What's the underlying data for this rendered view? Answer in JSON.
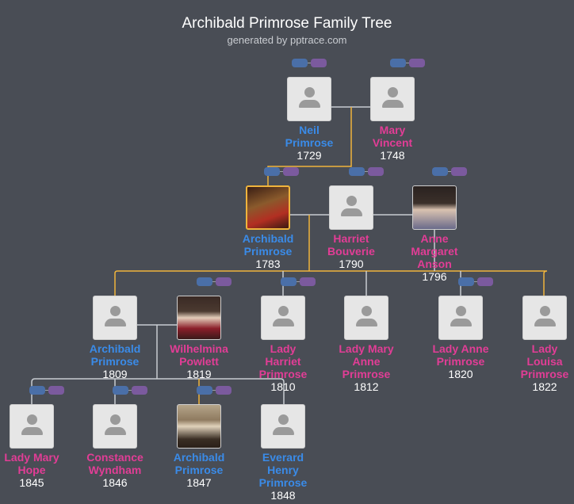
{
  "header": {
    "title": "Archibald Primrose Family Tree",
    "subtitle": "generated by pptrace.com"
  },
  "colors": {
    "background": "#494d55",
    "male": "#3a8be8",
    "female": "#e23d96",
    "line_highlight": "#f0b43c",
    "line_normal": "#c8ccd2"
  },
  "people": [
    {
      "id": "p1",
      "first": "Neil",
      "last": "Primrose",
      "year": "1729",
      "gender": "male",
      "photo": "placeholder"
    },
    {
      "id": "p2",
      "first": "Mary",
      "last": "Vincent",
      "year": "1748",
      "gender": "female",
      "photo": "placeholder"
    },
    {
      "id": "p3",
      "first": "Archibald",
      "last": "Primrose",
      "year": "1783",
      "gender": "male",
      "photo": "painting",
      "selected": true
    },
    {
      "id": "p4",
      "first": "Harriet",
      "last": "Bouverie",
      "year": "1790",
      "gender": "female",
      "photo": "placeholder"
    },
    {
      "id": "p5",
      "first": "Anne",
      "middle": "Margaret",
      "last": "Anson",
      "year": "1796",
      "gender": "female",
      "photo": "portrait"
    },
    {
      "id": "p6",
      "first": "Archibald",
      "last": "Primrose",
      "year": "1809",
      "gender": "male",
      "photo": "placeholder"
    },
    {
      "id": "p7",
      "first": "Wilhelmina",
      "last": "Powlett",
      "year": "1819",
      "gender": "female",
      "photo": "portrait"
    },
    {
      "id": "p8",
      "first": "Lady",
      "middle": "Harriet",
      "last": "Primrose",
      "year": "1810",
      "gender": "female",
      "photo": "placeholder"
    },
    {
      "id": "p9",
      "first": "Lady Mary",
      "middle": "Anne",
      "last": "Primrose",
      "year": "1812",
      "gender": "female",
      "photo": "placeholder"
    },
    {
      "id": "p10",
      "first": "Lady Anne",
      "last": "Primrose",
      "year": "1820",
      "gender": "female",
      "photo": "placeholder"
    },
    {
      "id": "p11",
      "first": "Lady",
      "middle": "Louisa",
      "last": "Primrose",
      "year": "1822",
      "gender": "female",
      "photo": "placeholder"
    },
    {
      "id": "p12",
      "first": "Lady Mary",
      "last": "Hope",
      "year": "1845",
      "gender": "female",
      "photo": "placeholder"
    },
    {
      "id": "p13",
      "first": "Constance",
      "last": "Wyndham",
      "year": "1846",
      "gender": "female",
      "photo": "placeholder"
    },
    {
      "id": "p14",
      "first": "Archibald",
      "last": "Primrose",
      "year": "1847",
      "gender": "male",
      "photo": "sepia"
    },
    {
      "id": "p15",
      "first": "Everard",
      "middle": "Henry",
      "last": "Primrose",
      "year": "1848",
      "gender": "male",
      "photo": "placeholder"
    }
  ],
  "labels": {
    "p1": {
      "l1": "Neil",
      "l2": "Primrose",
      "l3": ""
    },
    "p2": {
      "l1": "Mary",
      "l2": "Vincent",
      "l3": ""
    },
    "p3": {
      "l1": "Archibald",
      "l2": "Primrose",
      "l3": ""
    },
    "p4": {
      "l1": "Harriet",
      "l2": "Bouverie",
      "l3": ""
    },
    "p5": {
      "l1": "Anne",
      "l2": "Margaret",
      "l3": "Anson"
    },
    "p6": {
      "l1": "Archibald",
      "l2": "Primrose",
      "l3": ""
    },
    "p7": {
      "l1": "Wilhelmina",
      "l2": "Powlett",
      "l3": ""
    },
    "p8": {
      "l1": "Lady",
      "l2": "Harriet",
      "l3": "Primrose"
    },
    "p9": {
      "l1": "Lady Mary",
      "l2": "Anne",
      "l3": "Primrose"
    },
    "p10": {
      "l1": "Lady Anne",
      "l2": "Primrose",
      "l3": ""
    },
    "p11": {
      "l1": "Lady",
      "l2": "Louisa",
      "l3": "Primrose"
    },
    "p12": {
      "l1": "Lady Mary",
      "l2": "Hope",
      "l3": ""
    },
    "p13": {
      "l1": "Constance",
      "l2": "Wyndham",
      "l3": ""
    },
    "p14": {
      "l1": "Archibald",
      "l2": "Primrose",
      "l3": ""
    },
    "p15": {
      "l1": "Everard",
      "l2": "Henry",
      "l3": "Primrose"
    }
  },
  "watermark": "pptrace.com"
}
